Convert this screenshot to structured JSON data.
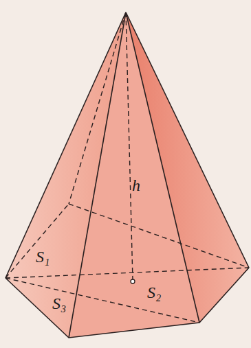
{
  "diagram": {
    "labels": [
      "S₁",
      "S₂",
      "S₃",
      "h"
    ]
  }
}
